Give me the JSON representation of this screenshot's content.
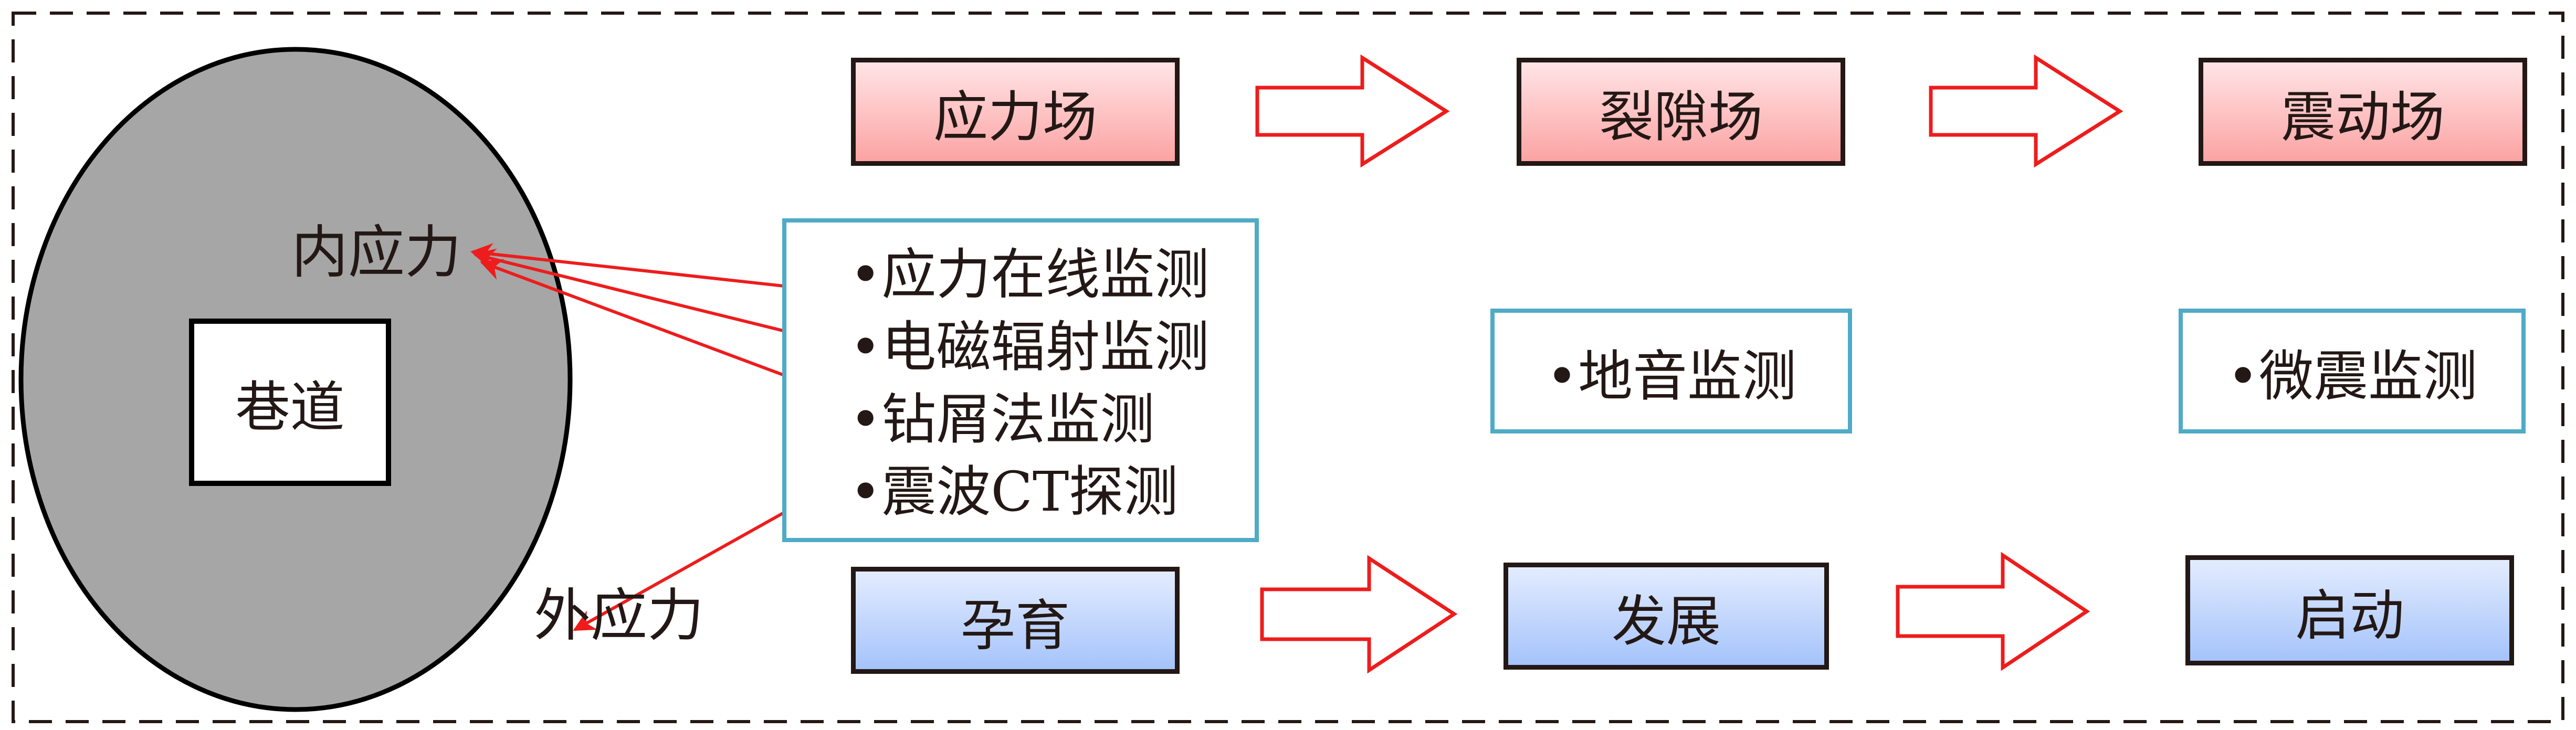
{
  "rock": {
    "tunnel": "巷道",
    "inner_stress": "内应力",
    "outer_stress": "外应力"
  },
  "fields": [
    "应力场",
    "裂隙场",
    "震动场"
  ],
  "stages": [
    "孕育",
    "发展",
    "启动"
  ],
  "methods_box": {
    "bullet": "•",
    "items": [
      "应力在线监测",
      "电磁辐射监测",
      "钻屑法监测",
      "震波CT探测"
    ]
  },
  "acoustic_box": "•地音监测",
  "microseismic_box": "•微震监测",
  "colors": {
    "arrow": "#ee1c1c",
    "frame": "#4fabc6",
    "rock": "#a6a6a6",
    "pink_top": "#ffe4e6",
    "pink_bottom": "#fca3a3",
    "blue_top": "#e3ecfe",
    "blue_bottom": "#a5c3fb"
  }
}
